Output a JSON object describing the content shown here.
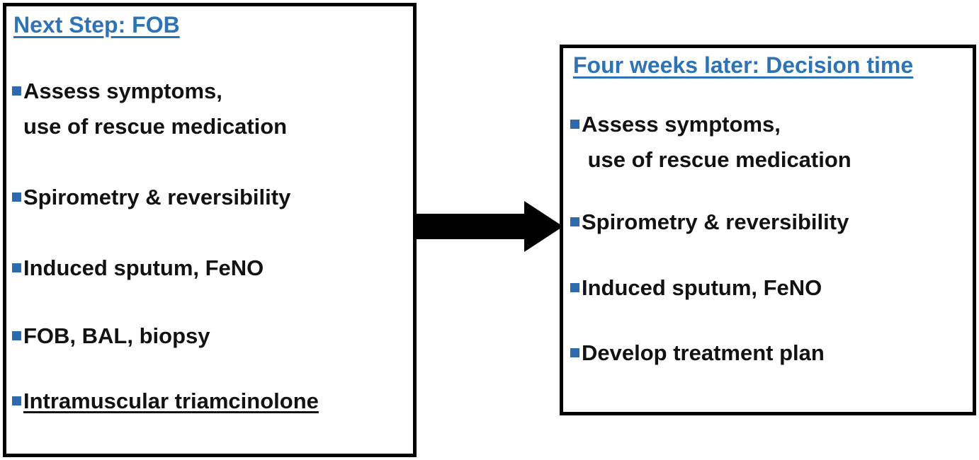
{
  "colors": {
    "background": "#ffffff",
    "border": "#000000",
    "title_blue": "#2E74B5",
    "bullet_blue": "#2E6BAE",
    "text": "#121212",
    "arrow": "#000000"
  },
  "left_box": {
    "title": "Next Step: FOB",
    "items": [
      {
        "text": "Assess symptoms,\nuse of rescue medication",
        "underline": false
      },
      {
        "text": "Spirometry & reversibility",
        "underline": false
      },
      {
        "text": "Induced sputum, FeNO",
        "underline": false
      },
      {
        "text": "FOB, BAL, biopsy",
        "underline": false
      },
      {
        "text": "Intramuscular triamcinolone",
        "underline": true
      }
    ]
  },
  "right_box": {
    "title": "Four weeks later: Decision time",
    "items": [
      {
        "text": "Assess symptoms,\n use of rescue medication",
        "underline": false
      },
      {
        "text": "Spirometry & reversibility",
        "underline": false
      },
      {
        "text": "Induced sputum, FeNO",
        "underline": false
      },
      {
        "text": "Develop treatment plan",
        "underline": false
      }
    ]
  },
  "arrow": {
    "direction": "right",
    "color": "#000000"
  }
}
